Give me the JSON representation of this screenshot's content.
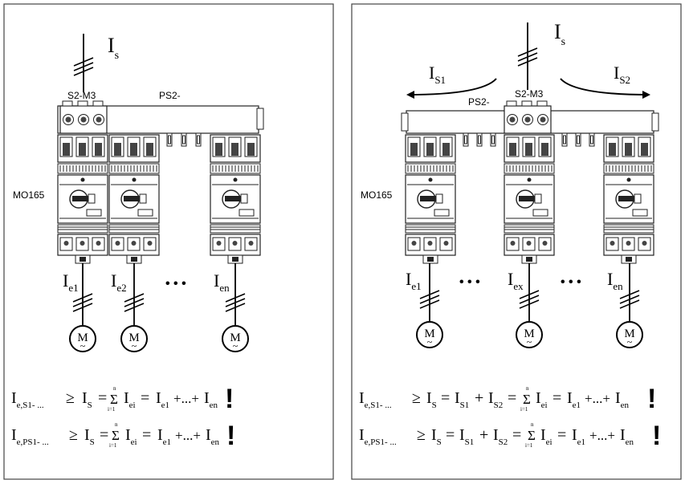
{
  "left": {
    "supply": {
      "main": "I",
      "sub": "s"
    },
    "busbar_label": "PS2-",
    "source_label": "S2-M3",
    "device_label": "MO165",
    "branches": [
      {
        "main": "I",
        "sub": "e1",
        "motor": "M",
        "tilde": "~"
      },
      {
        "main": "I",
        "sub": "e2",
        "motor": "M",
        "tilde": "~"
      },
      {
        "main": "I",
        "sub": "en",
        "motor": "M",
        "tilde": "~"
      }
    ],
    "ellipsis": "• • •",
    "formula1": {
      "lhs_main": "I",
      "lhs_sub": "e,S1- ...",
      "op1": "≥",
      "is_main": "I",
      "is_sub": "S",
      "eq": "=",
      "sum_top": "n",
      "sum": "Σ",
      "sum_bot": "i=1",
      "iei_main": "I",
      "iei_sub": "ei",
      "ie1_main": "I",
      "ie1_sub": "e1",
      "mid": "+...+",
      "ien_main": "I",
      "ien_sub": "en",
      "excl": "!"
    },
    "formula2": {
      "lhs_main": "I",
      "lhs_sub": "e,PS1- ...",
      "op1": "≥",
      "is_main": "I",
      "is_sub": "S",
      "eq": "=",
      "sum_top": "n",
      "sum": "Σ",
      "sum_bot": "i=1",
      "iei_main": "I",
      "iei_sub": "ei",
      "ie1_main": "I",
      "ie1_sub": "e1",
      "mid": "+...+",
      "ien_main": "I",
      "ien_sub": "en",
      "excl": "!"
    }
  },
  "right": {
    "supply": {
      "main": "I",
      "sub": "s"
    },
    "split_left": {
      "main": "I",
      "sub": "S1"
    },
    "split_right": {
      "main": "I",
      "sub": "S2"
    },
    "busbar_label": "PS2-",
    "source_label": "S2-M3",
    "device_label": "MO165",
    "branches": [
      {
        "main": "I",
        "sub": "e1",
        "motor": "M",
        "tilde": "~"
      },
      {
        "main": "I",
        "sub": "ex",
        "motor": "M",
        "tilde": "~"
      },
      {
        "main": "I",
        "sub": "en",
        "motor": "M",
        "tilde": "~"
      }
    ],
    "ellipsis": "• • •",
    "formula1": {
      "lhs_main": "I",
      "lhs_sub": "e,S1- ...",
      "op1": "≥",
      "is_main": "I",
      "is_sub": "S",
      "eq": "=",
      "s1_main": "I",
      "s1_sub": "S1",
      "plus": "+",
      "s2_main": "I",
      "s2_sub": "S2",
      "sum_top": "n",
      "sum": "Σ",
      "sum_bot": "i=1",
      "iei_main": "I",
      "iei_sub": "ei",
      "ie1_main": "I",
      "ie1_sub": "e1",
      "mid": "+...+",
      "ien_main": "I",
      "ien_sub": "en",
      "excl": "!"
    },
    "formula2": {
      "lhs_main": "I",
      "lhs_sub": "e,PS1- ...",
      "op1": "≥",
      "is_main": "I",
      "is_sub": "S",
      "eq": "=",
      "s1_main": "I",
      "s1_sub": "S1",
      "plus": "+",
      "s2_main": "I",
      "s2_sub": "S2",
      "sum_top": "n",
      "sum": "Σ",
      "sum_bot": "i=1",
      "iei_main": "I",
      "iei_sub": "ei",
      "ie1_main": "I",
      "ie1_sub": "e1",
      "mid": "+...+",
      "ien_main": "I",
      "ien_sub": "en",
      "excl": "!"
    }
  }
}
